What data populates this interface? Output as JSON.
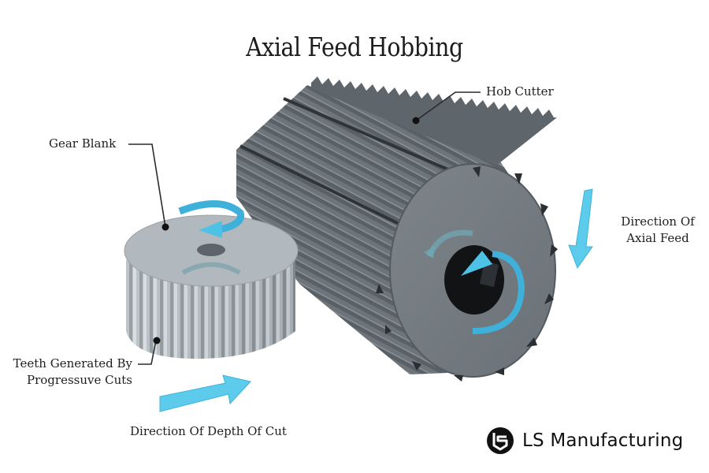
{
  "diagram": {
    "title": "Axial Feed Hobbing",
    "labels": {
      "hob_cutter": "Hob Cutter",
      "gear_blank": "Gear Blank",
      "axial_feed_line1": "Direction Of",
      "axial_feed_line2": "Axial Feed",
      "teeth_line1": "Teeth Generated By",
      "teeth_line2": "Progressuve Cuts",
      "depth_of_cut": "Direction Of Depth Of Cut"
    },
    "components": [
      {
        "name": "Hob Cutter",
        "shape": "cylindrical cutter with helical gashed teeth",
        "color": "#6f767c"
      },
      {
        "name": "Gear Blank",
        "shape": "spur gear being cut",
        "color": "#aeb6bb"
      }
    ],
    "arrows": [
      {
        "name": "Direction Of Axial Feed",
        "direction": "down",
        "color": "#5ccbec"
      },
      {
        "name": "Direction Of Depth Of Cut",
        "direction": "right",
        "color": "#5ccbec"
      },
      {
        "name": "gear-rotation",
        "direction": "counterclockwise",
        "color": "#3fb0d9"
      },
      {
        "name": "hob-rotation",
        "direction": "counterclockwise",
        "color": "#3fb0d9"
      }
    ],
    "colors": {
      "accent_arrow": "#5ccbec",
      "hob_metal": "#6f767c",
      "gear_metal": "#aeb6bb",
      "text": "#1e1e1e"
    }
  },
  "brand": {
    "name": "LS Manufacturing"
  }
}
